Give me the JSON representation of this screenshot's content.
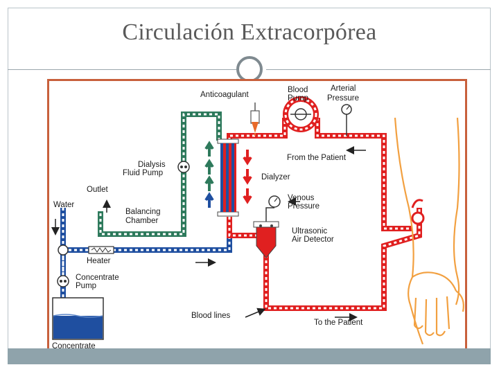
{
  "slide": {
    "title": "Circulación Extracorpórea"
  },
  "diagram": {
    "labels": {
      "anticoagulant": "Anticoagulant",
      "blood_pump_1": "Blood",
      "blood_pump_2": "Pump",
      "arterial_pressure_1": "Arterial",
      "arterial_pressure_2": "Pressure",
      "from_patient": "From the Patient",
      "dialysis_pump_1": "Dialysis",
      "dialysis_pump_2": "Fluid Pump",
      "dialyzer": "Dialyzer",
      "outlet": "Outlet",
      "water": "Water",
      "balancing_1": "Balancing",
      "balancing_2": "Chamber",
      "venous_1": "Venous",
      "venous_2": "Pressure",
      "ultrasonic_1": "Ultrasonic",
      "ultrasonic_2": "Air Detector",
      "heater": "Heater",
      "concentrate_pump_1": "Concentrate",
      "concentrate_pump_2": "Pump",
      "blood_lines": "Blood lines",
      "to_patient": "To the Patient",
      "concentrate": "Concentrate"
    },
    "colors": {
      "blood": "#e02020",
      "dialysate_fresh": "#1f4fa0",
      "dialysate_used": "#2e7a5c",
      "border": "#c8603c",
      "arm": "#f2a040"
    }
  }
}
